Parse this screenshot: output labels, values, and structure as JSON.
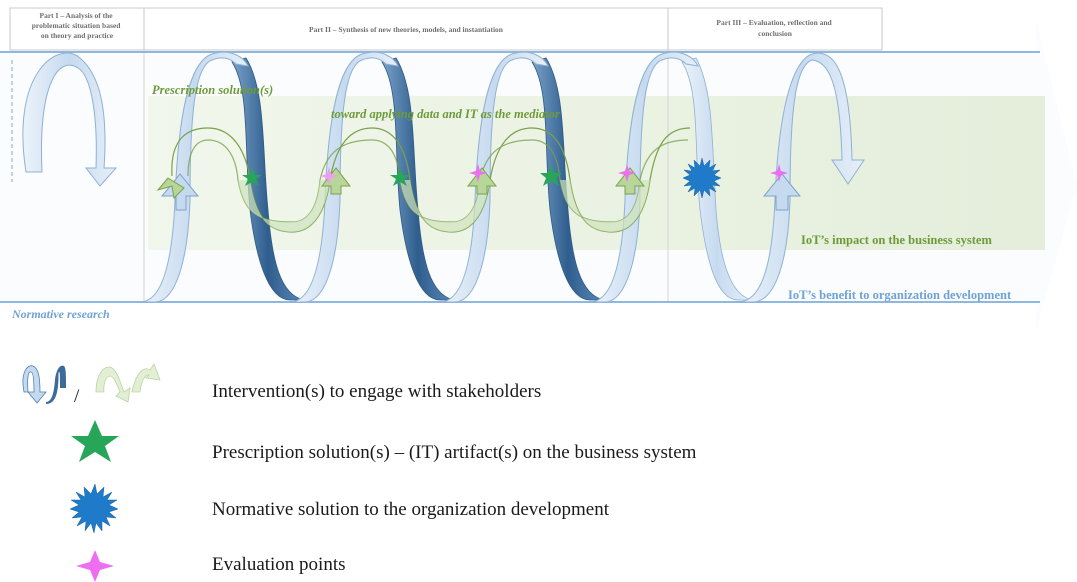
{
  "header": {
    "part1_lines": [
      "Part I – Analysis of the",
      "problematic situation based",
      "on theory and practice"
    ],
    "part2": "Part II – Synthesis of new theories, models, and instantiation",
    "part3_lines": [
      "Part III – Evaluation, reflection and",
      "conclusion"
    ]
  },
  "labels": {
    "prescription_solutions": "Prescription solution(s)",
    "toward_applying": "toward applying data and IT as the mediator",
    "iot_impact": "IoT’s impact on the business system",
    "iot_benefit": "IoT’s benefit to organization development",
    "normative_research": "Normative research"
  },
  "legend": [
    {
      "icon": "spiral-arrows-icon",
      "text": "Intervention(s) to engage with stakeholders"
    },
    {
      "icon": "green-star-icon",
      "text": "Prescription solution(s) – (IT) artifact(s) on the business system"
    },
    {
      "icon": "blue-starburst-icon",
      "text": "Normative solution to the organization development"
    },
    {
      "icon": "magenta-four-point-star-icon",
      "text": "Evaluation points"
    }
  ],
  "legend_separator": "/",
  "colors": {
    "light_blue": "#c9dcef",
    "dark_blue": "#3c6a9a",
    "green_band": "#e3eed8",
    "green_text": "#6e9b3a",
    "blue_text": "#6fa3d6",
    "green_star": "#27a659",
    "blue_burst": "#1f7bc9",
    "magenta": "#ee6ef2"
  }
}
